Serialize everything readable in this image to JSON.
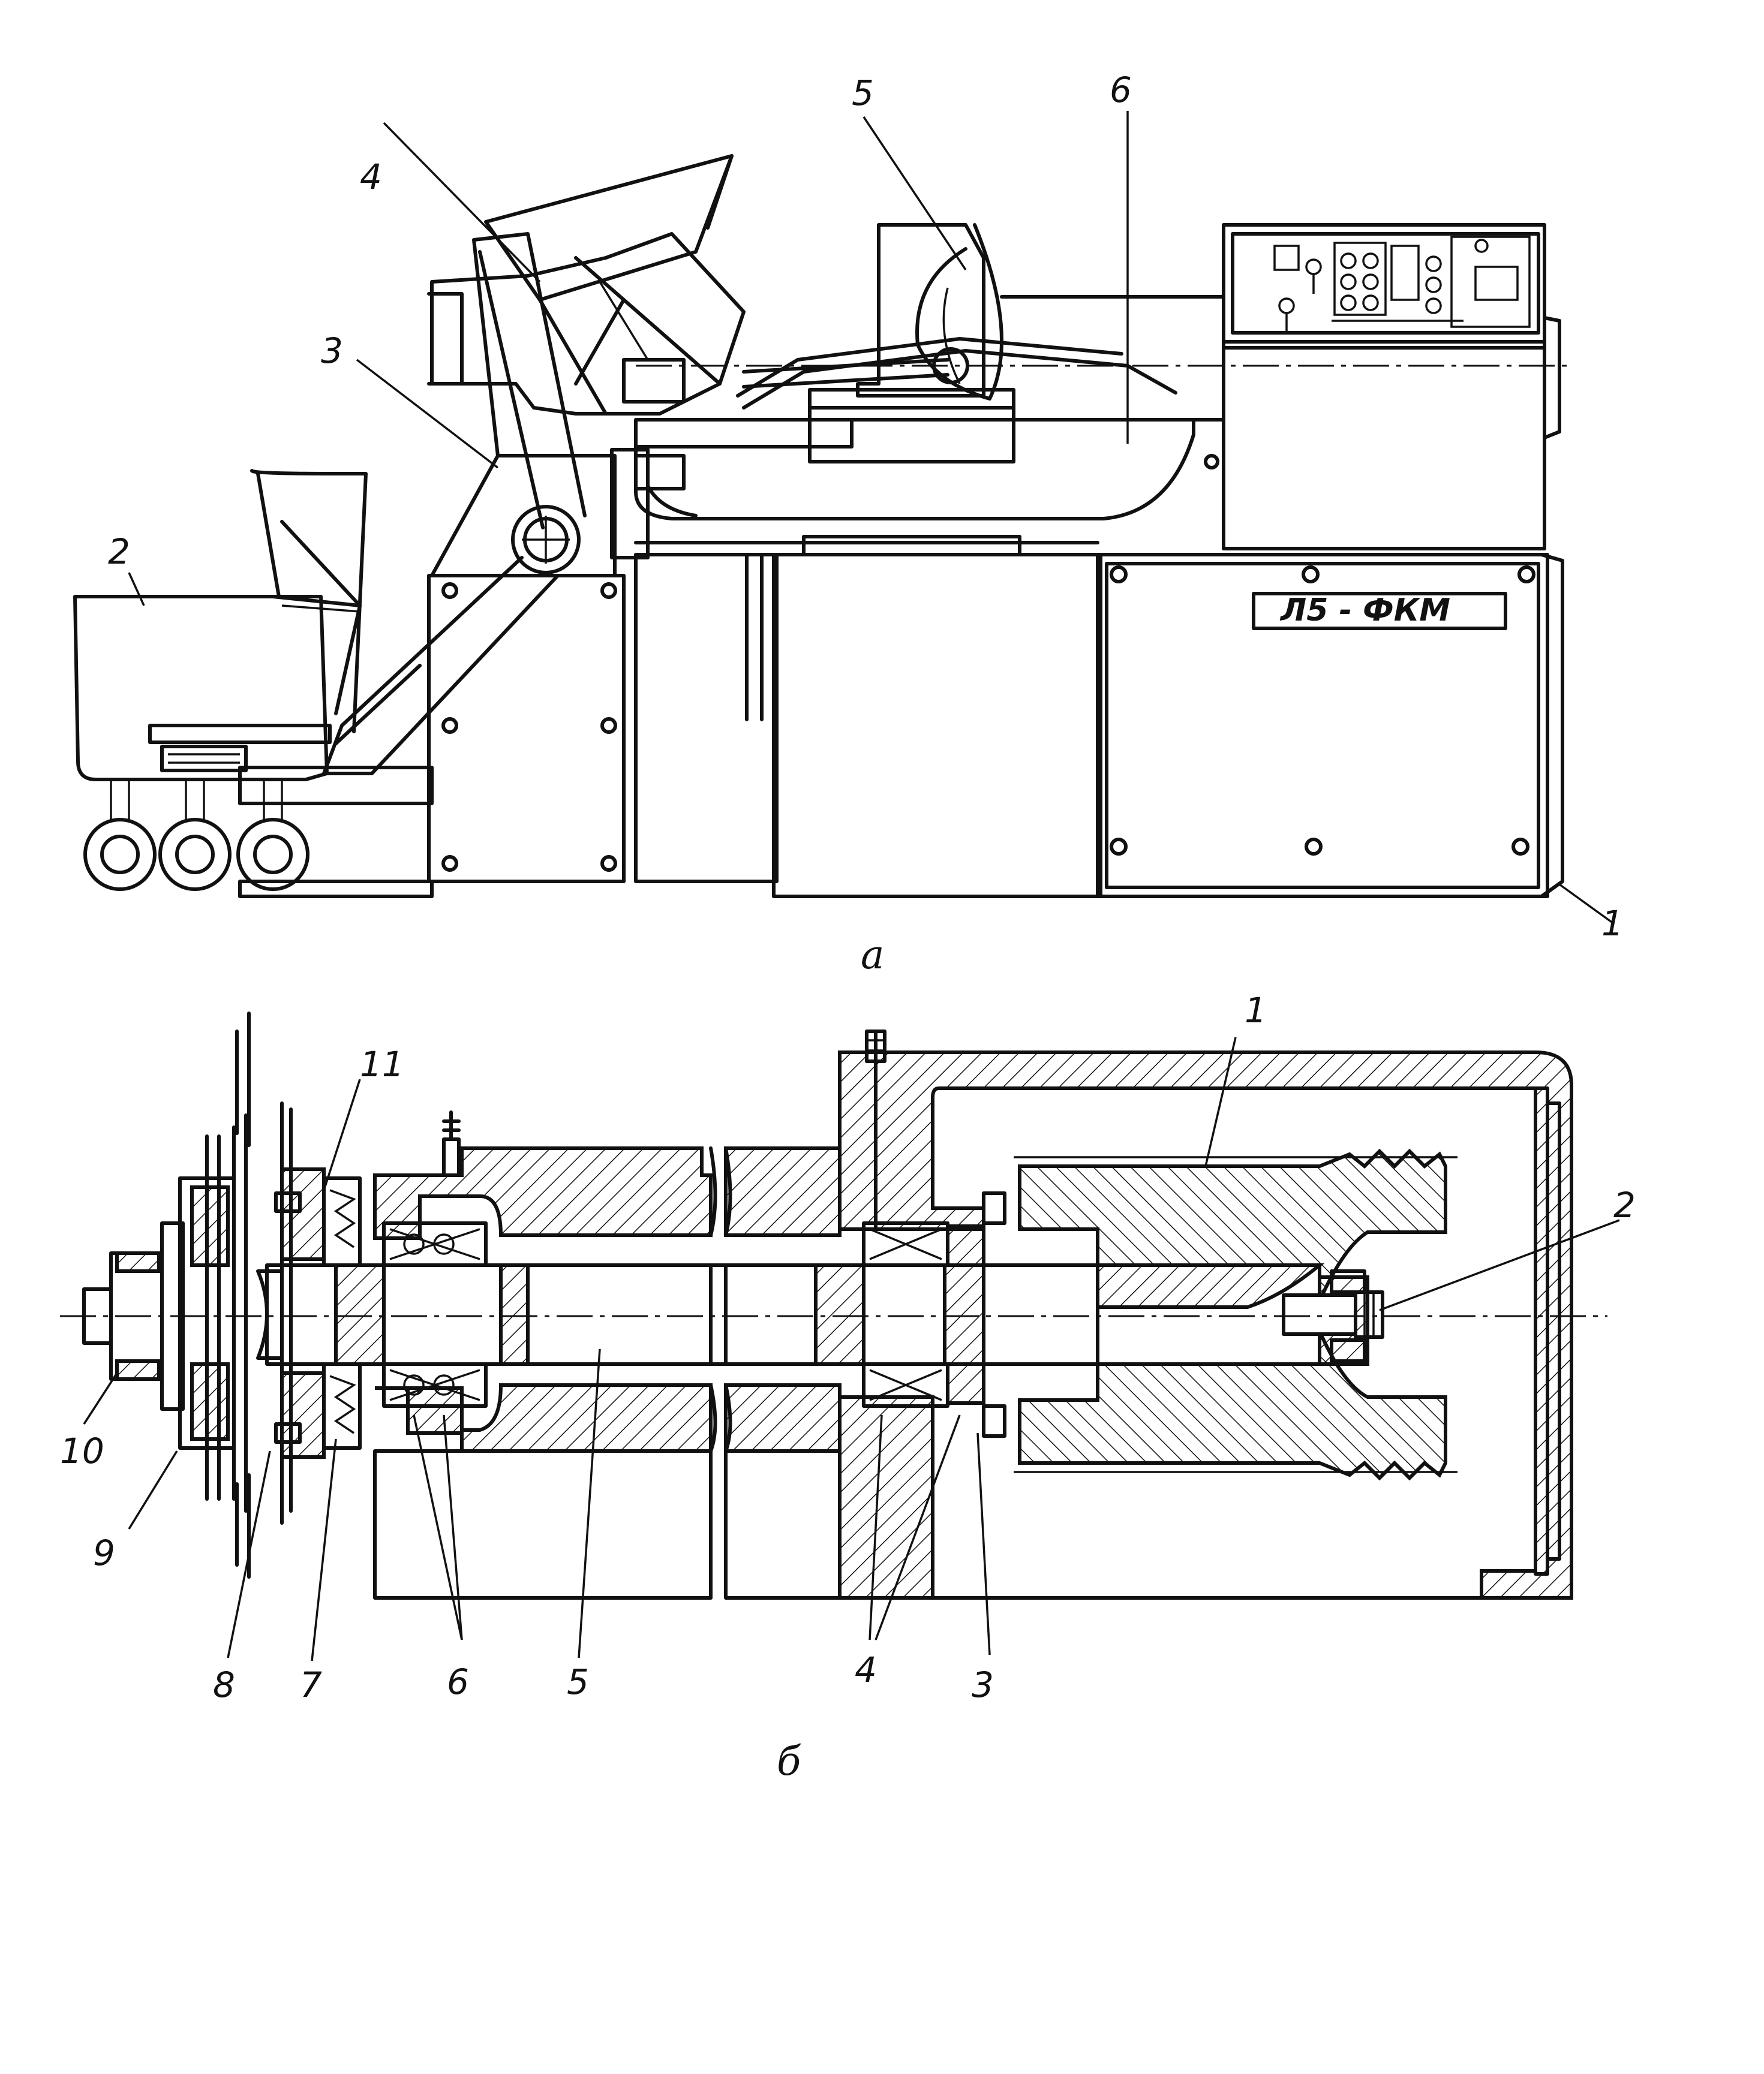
{
  "figure_a": {
    "caption": "а",
    "model_plate": "Л5 - ФКМ",
    "callouts": [
      "1",
      "2",
      "3",
      "4",
      "5",
      "6"
    ]
  },
  "figure_b": {
    "caption": "б",
    "callouts": [
      "1",
      "2",
      "3",
      "4",
      "5",
      "6",
      "7",
      "8",
      "9",
      "10",
      "11"
    ]
  },
  "colors": {
    "ink": "#111111",
    "paper": "#ffffff"
  }
}
